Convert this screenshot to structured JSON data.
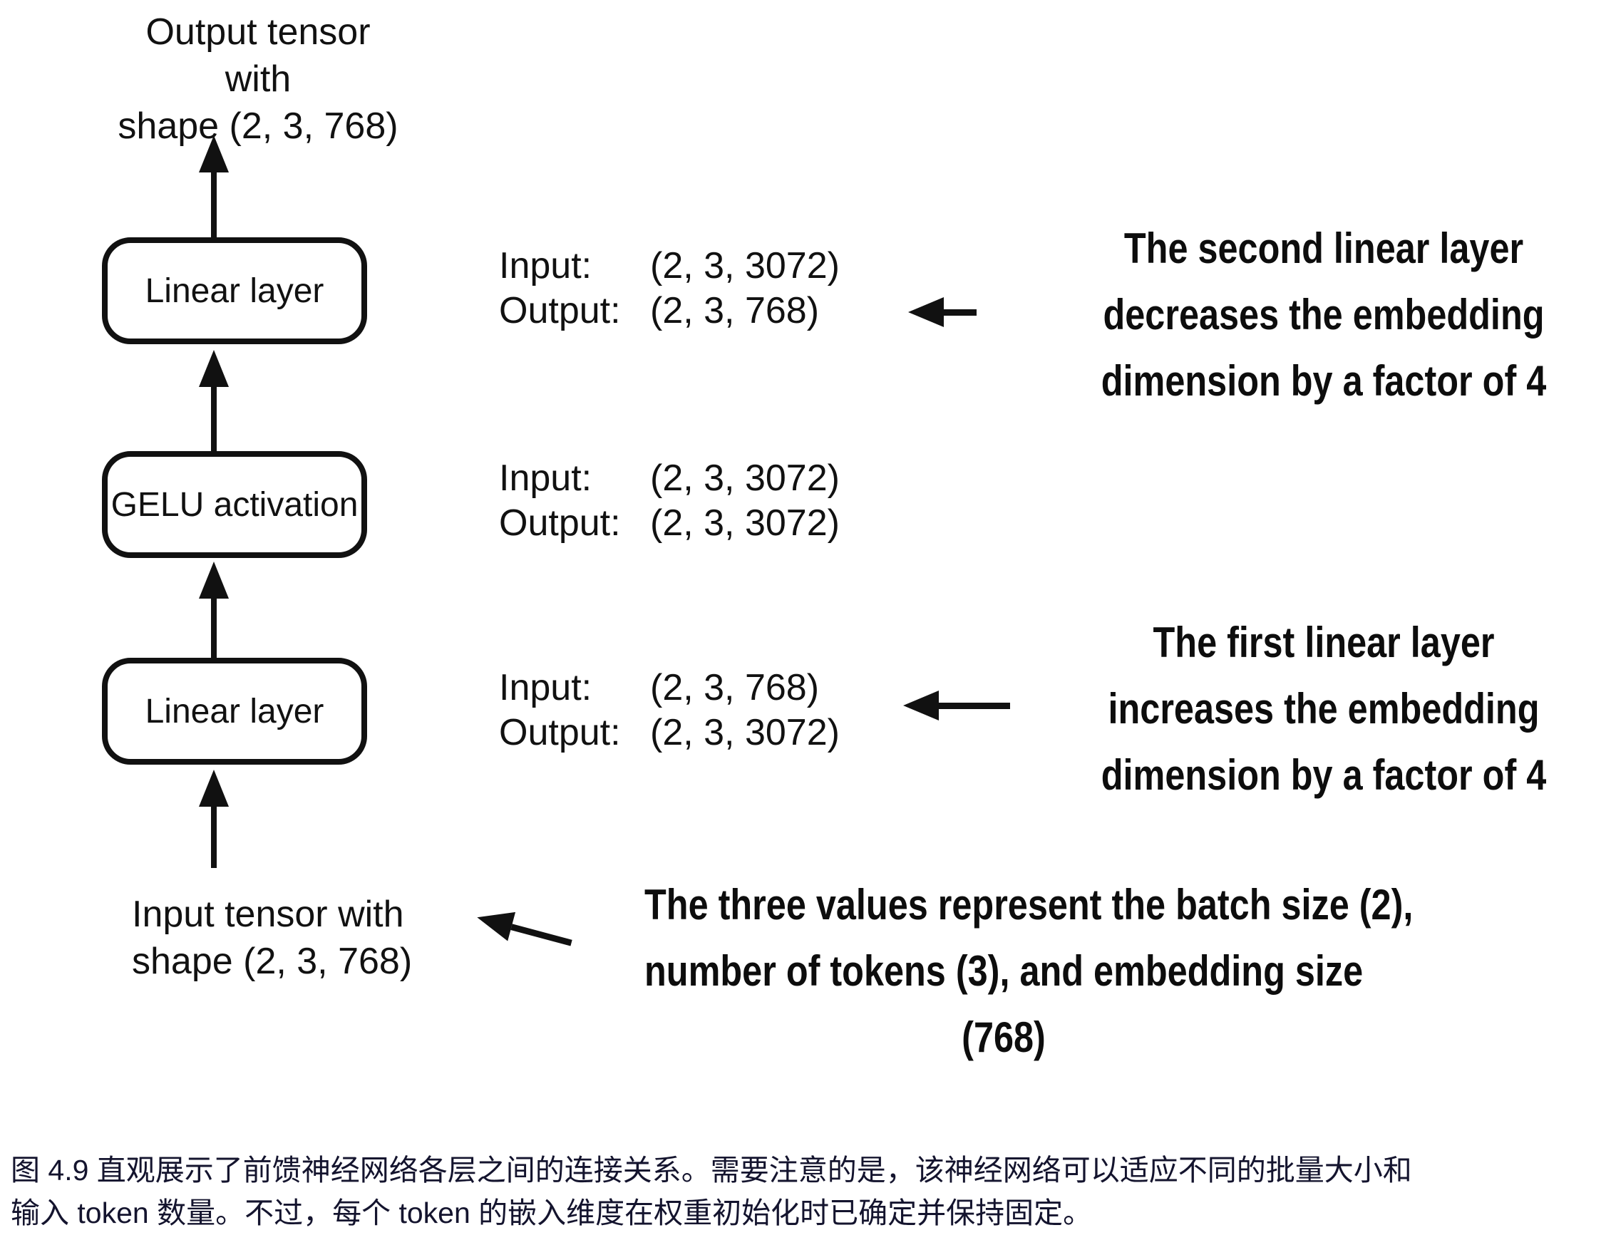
{
  "figure": {
    "output_tensor_label": {
      "line1": "Output tensor with",
      "line2": "shape (2, 3, 768)"
    },
    "input_tensor_label": {
      "line1": "Input tensor with",
      "line2": "shape (2, 3, 768)"
    },
    "boxes": [
      {
        "label": "Linear layer"
      },
      {
        "label": "GELU activation"
      },
      {
        "label": "Linear layer"
      }
    ],
    "io_blocks": [
      {
        "input_label": "Input:",
        "input_value": "(2, 3, 3072)",
        "output_label": "Output:",
        "output_value": "(2, 3, 768)"
      },
      {
        "input_label": "Input:",
        "input_value": "(2, 3, 3072)",
        "output_label": "Output:",
        "output_value": "(2, 3, 3072)"
      },
      {
        "input_label": "Input:",
        "input_value": "(2, 3, 768)",
        "output_label": "Output:",
        "output_value": "(2, 3, 3072)"
      }
    ],
    "annotations": {
      "second_linear": {
        "line1": "The second linear layer",
        "line2": "decreases the embedding",
        "line3": "dimension by a factor of 4"
      },
      "first_linear": {
        "line1": "The first linear layer",
        "line2": "increases the embedding",
        "line3": "dimension by a factor of 4"
      },
      "tensor_shape": {
        "line1": "The three values represent the batch size (2),",
        "line2": "number of tokens (3), and embedding size",
        "line3": "(768)"
      }
    }
  },
  "caption": {
    "line1": "图 4.9 直观展示了前馈神经网络各层之间的连接关系。需要注意的是，该神经网络可以适应不同的批量大小和",
    "line2": "输入 token 数量。不过，每个 token 的嵌入维度在权重初始化时已确定并保持固定。"
  },
  "colors": {
    "ink": "#111111",
    "caption_text": "#14142e",
    "background": "#ffffff"
  }
}
